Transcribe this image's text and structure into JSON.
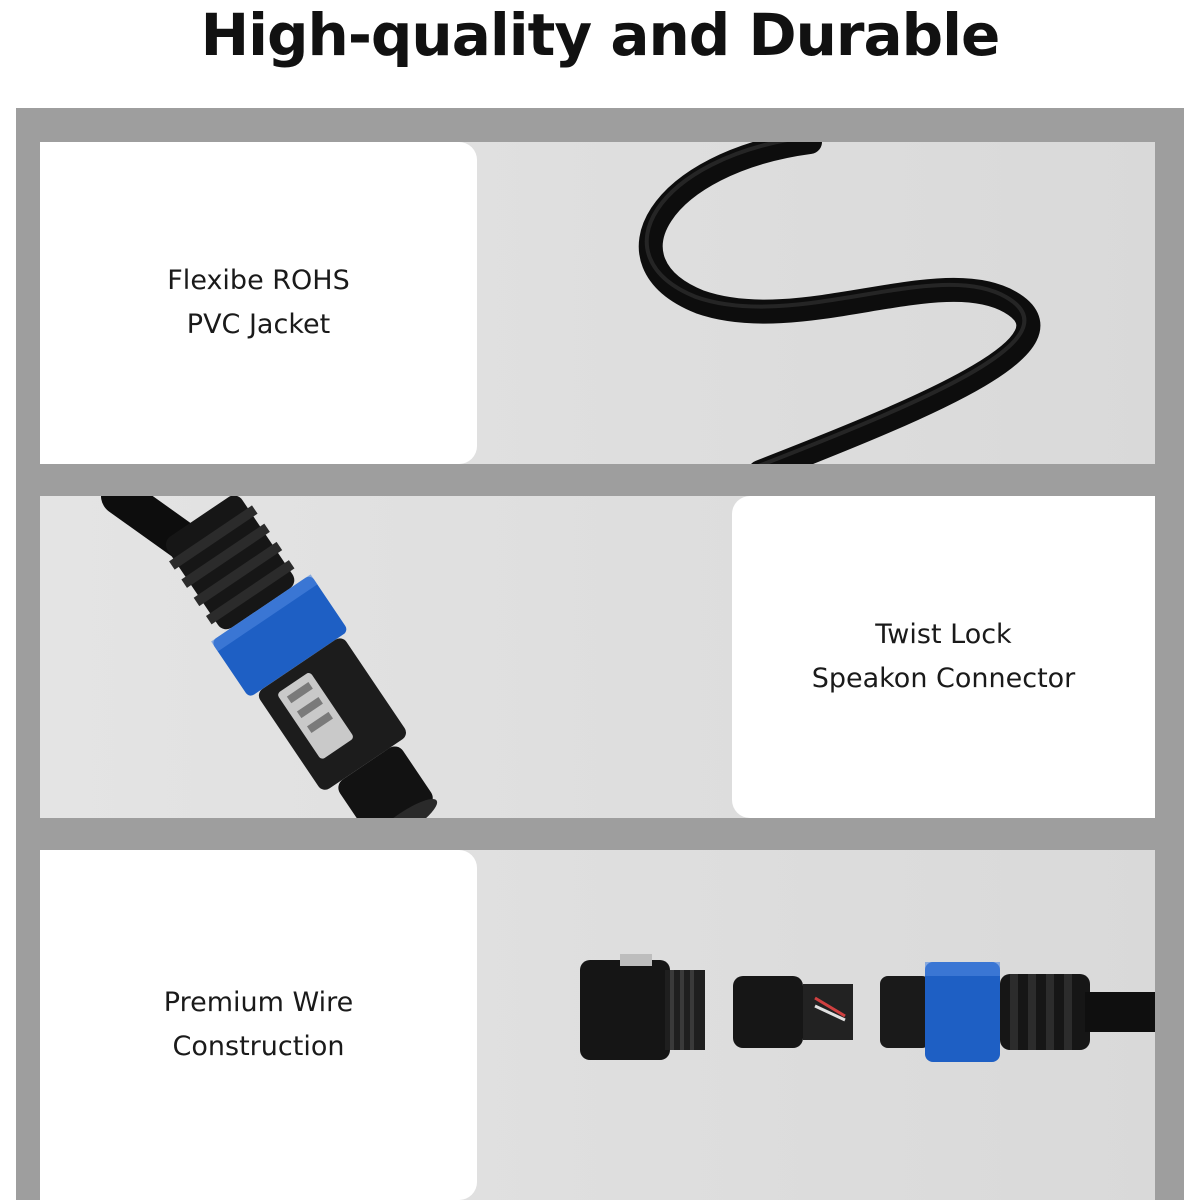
{
  "header": {
    "title": "High-quality and Durable"
  },
  "features": [
    {
      "line1": "Flexibe ROHS",
      "line2": "PVC Jacket"
    },
    {
      "line1": "Twist Lock",
      "line2": "Speakon Connector"
    },
    {
      "line1": "Premium Wire",
      "line2": "Construction"
    }
  ],
  "colors": {
    "frame": "#9e9e9e",
    "accent_blue": "#1e5fc4",
    "cable": "#111111"
  }
}
